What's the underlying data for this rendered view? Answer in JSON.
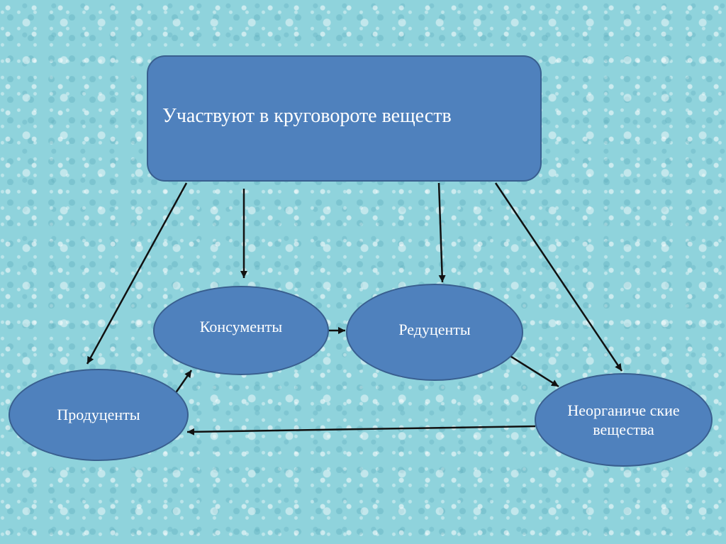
{
  "diagram": {
    "top_box": {
      "label": "Участвуют в круговороте веществ"
    },
    "nodes": {
      "consumers": "Консументы",
      "reducers": "Редуценты",
      "producers": "Продуценты",
      "inorganic": "Неорганиче ские вещества"
    },
    "colors": {
      "node_fill": "#4f81bd",
      "node_border": "#395f8f",
      "text": "#ffffff",
      "arrow": "#111111",
      "background": "#8fd3dc"
    }
  }
}
